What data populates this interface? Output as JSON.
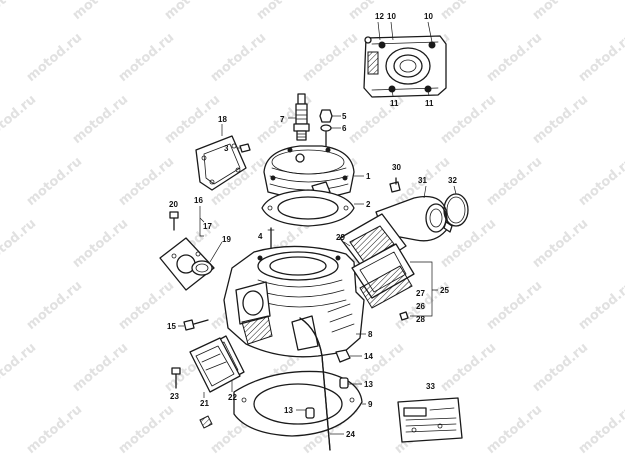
{
  "watermark": {
    "text": "motod.ru",
    "color": "#c8c8c8"
  },
  "colors": {
    "line": "#1a1a1a",
    "background": "#ffffff"
  },
  "callouts": {
    "c1": "1",
    "c2": "2",
    "c3": "3",
    "c4": "4",
    "c5": "5",
    "c6": "6",
    "c7": "7",
    "c8": "8",
    "c9": "9",
    "c10a": "10",
    "c10b": "10",
    "c11a": "11",
    "c11b": "11",
    "c12": "12",
    "c13a": "13",
    "c13b": "13",
    "c14": "14",
    "c15": "15",
    "c16": "16",
    "c17": "17",
    "c18": "18",
    "c19": "19",
    "c20": "20",
    "c21": "21",
    "c22": "22",
    "c23": "23",
    "c24": "24",
    "c25": "25",
    "c26": "26",
    "c27": "27",
    "c28": "28",
    "c29": "29",
    "c30": "30",
    "c31": "31",
    "c32": "32",
    "c33": "33"
  }
}
